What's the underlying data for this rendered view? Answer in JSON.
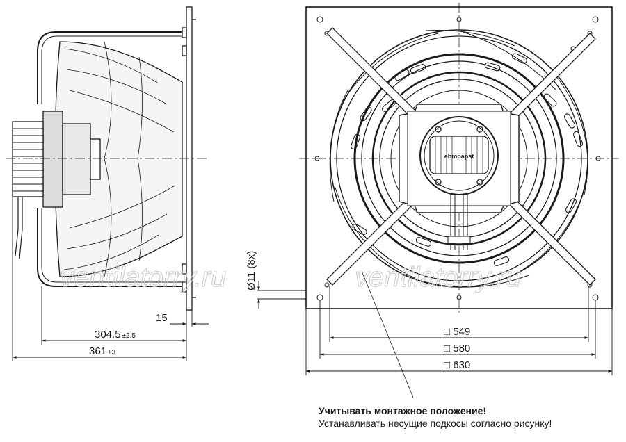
{
  "watermark": "ventilatorry.ru",
  "side_view": {
    "dimension_15": "15",
    "dimension_304_5": "304.5",
    "dimension_304_5_tolerance": "±2.5",
    "dimension_361": "361",
    "dimension_361_tolerance": "±3",
    "hole_callout": "Ø11 (8x)"
  },
  "front_view": {
    "dimension_549": "□ 549",
    "dimension_580": "□ 580",
    "dimension_630": "□ 630",
    "motor_brand": "ebmpapst"
  },
  "note": {
    "line1": "Учитывать монтажное положение!",
    "line2": "Устанавливать несущие подкосы согласно рисунку!"
  }
}
